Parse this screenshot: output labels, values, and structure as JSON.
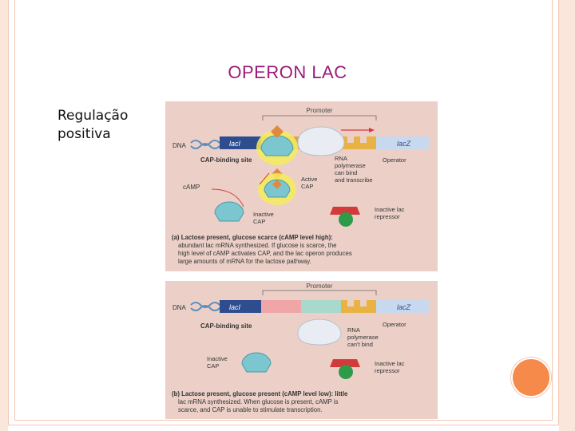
{
  "slide": {
    "title": "OPERON LAC",
    "bullet": "Regulação positiva"
  },
  "figure_a": {
    "promoter": "Promoter",
    "dna": "DNA",
    "lacI": "lacI",
    "lacZ": "lacZ",
    "cap_binding_site": "CAP-binding site",
    "rna_pol_1": "RNA",
    "rna_pol_2": "polymerase",
    "rna_pol_3": "can bind",
    "rna_pol_4": "and transcribe",
    "operator": "Operator",
    "camp": "cAMP",
    "active_cap_1": "Active",
    "active_cap_2": "CAP",
    "inactive_cap_1": "Inactive",
    "inactive_cap_2": "CAP",
    "repressor_1": "Inactive lac",
    "repressor_2": "repressor",
    "caption_1": "(a) Lactose present, glucose scarce (cAMP level high):",
    "caption_2": "abundant lac mRNA synthesized. If glucose is scarce, the",
    "caption_3": "high level of cAMP activates CAP, and the lac operon produces",
    "caption_4": "large amounts of mRNA for the lactose pathway."
  },
  "figure_b": {
    "promoter": "Promoter",
    "dna": "DNA",
    "lacI": "lacI",
    "lacZ": "lacZ",
    "cap_binding_site": "CAP-binding site",
    "rna_pol_1": "RNA",
    "rna_pol_2": "polymerase",
    "rna_pol_3": "can't bind",
    "operator": "Operator",
    "inactive_cap_1": "Inactive",
    "inactive_cap_2": "CAP",
    "repressor_1": "Inactive lac",
    "repressor_2": "repressor",
    "caption_1": "(b) Lactose present, glucose present (cAMP level low): little",
    "caption_2": "lac mRNA synthesized. When glucose is present, cAMP is",
    "caption_3": "scarce, and CAP is unable to stimulate transcription."
  },
  "colors": {
    "title": "#9b1b7a",
    "frame": "#f3c7b3",
    "accent_circle": "#f58a4a",
    "figure_bg": "#ecd0c8"
  }
}
